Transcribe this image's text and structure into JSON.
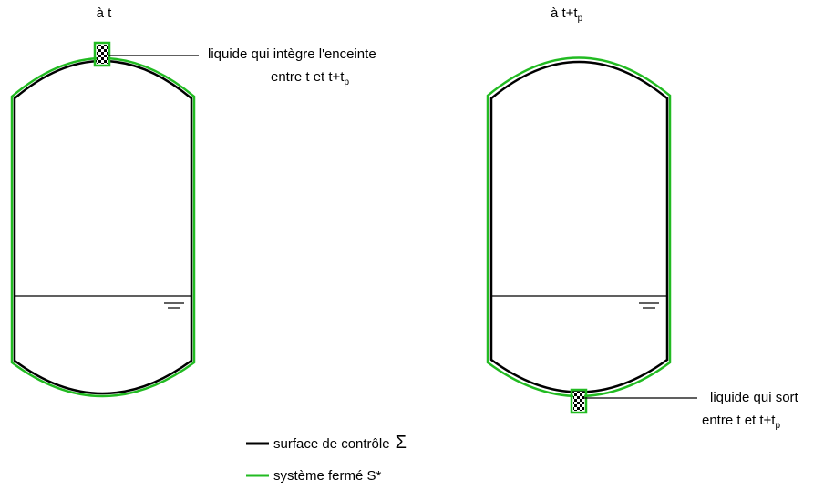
{
  "colors": {
    "control_surface": "#000000",
    "closed_system": "#22bb22",
    "background": "#ffffff",
    "text": "#000000"
  },
  "left_panel": {
    "title_prefix": "à t",
    "annotation_line1": "liquide qui intègre l'enceinte",
    "annotation_line2_prefix": "entre t et t+t",
    "annotation_line2_sub": "p"
  },
  "right_panel": {
    "title_prefix": "à t+t",
    "title_sub": "p",
    "annotation_line1": "liquide qui sort",
    "annotation_line2_prefix": "entre t et t+t",
    "annotation_line2_sub": "p"
  },
  "legend": {
    "control_surface_label": "surface de contrôle",
    "control_surface_symbol": "Σ",
    "closed_system_label": "système fermé S*"
  },
  "icons": {
    "free_surface": "free-surface-symbol-icon",
    "liquid_parcel": "checkered-liquid-parcel-icon"
  }
}
